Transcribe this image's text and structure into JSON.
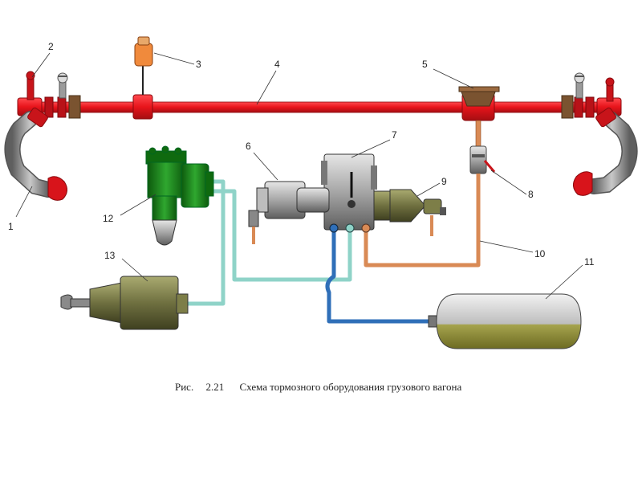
{
  "caption": {
    "label": "Рис.",
    "number": "2.21",
    "text": "Схема тормозного оборудования грузового вагона"
  },
  "callouts": [
    {
      "id": "1",
      "text": "1"
    },
    {
      "id": "2",
      "text": "2"
    },
    {
      "id": "3",
      "text": "3"
    },
    {
      "id": "4",
      "text": "4"
    },
    {
      "id": "5",
      "text": "5"
    },
    {
      "id": "6",
      "text": "6"
    },
    {
      "id": "7",
      "text": "7"
    },
    {
      "id": "8",
      "text": "8"
    },
    {
      "id": "9",
      "text": "9"
    },
    {
      "id": "10",
      "text": "10"
    },
    {
      "id": "11",
      "text": "11"
    },
    {
      "id": "12",
      "text": "12"
    },
    {
      "id": "13",
      "text": "13"
    }
  ],
  "colors": {
    "brake_pipe": "#e8141b",
    "brake_pipe_dark": "#a50e12",
    "hose": "#8a8a8a",
    "valve_green": "#1f8a1f",
    "olive": "#6f7040",
    "gray_body": "#9a9a9a",
    "teal_line": "#8fd3c8",
    "copper_line": "#d98a55",
    "blue_line": "#2f6fb8",
    "reservoir": "#c9c9c9",
    "reservoir_fill": "#8f8f3a",
    "orange": "#f08a3c",
    "brown": "#7a5330"
  },
  "icons": {
    "end_cock": "end-cock-icon",
    "hose": "hose-icon",
    "gauge": "pressure-valve-icon"
  }
}
